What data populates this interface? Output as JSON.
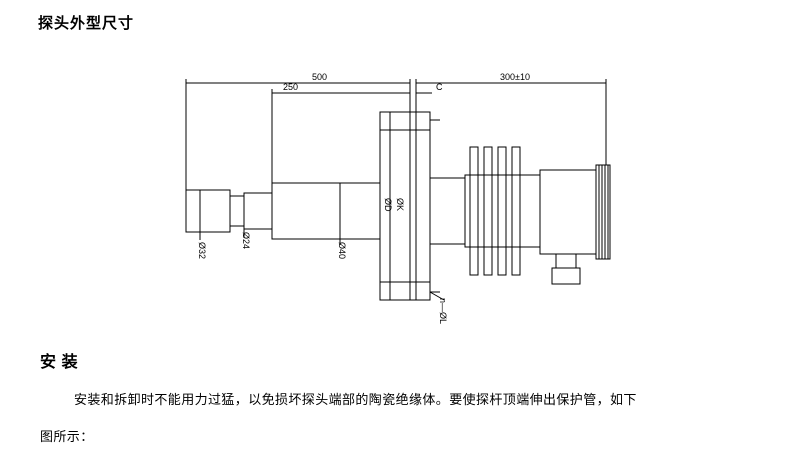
{
  "section": {
    "title": "探头外型尺寸"
  },
  "drawing": {
    "dim_total": "500",
    "dim_half": "250",
    "dim_c": "C",
    "dim_right": "300±10",
    "dia_32": "Ø32",
    "dia_24": "Ø24",
    "dia_40": "Ø40",
    "dia_k": "ØK",
    "dia_d": "ØD",
    "holes": "n—ØL"
  },
  "install": {
    "title": "安 装",
    "line1": "安装和拆卸时不能用力过猛，以免损坏探头端部的陶瓷绝缘体。要使探杆顶端伸出保护管，如下",
    "line2": "图所示："
  }
}
